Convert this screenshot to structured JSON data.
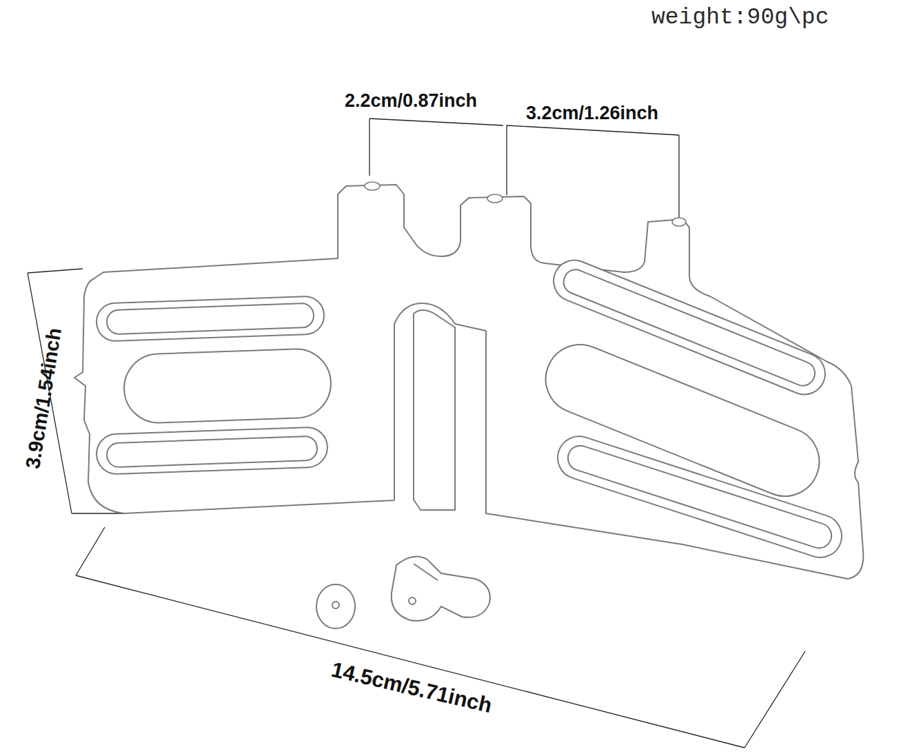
{
  "diagram": {
    "labels": [
      "weight:90g\\pc",
      "2.2cm/0.87inch",
      "3.2cm/1.26inch",
      "3.9cm/1.54inch",
      "14.5cm/5.71inch"
    ]
  }
}
